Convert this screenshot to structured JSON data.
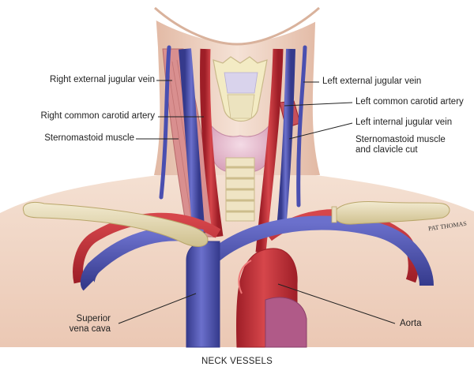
{
  "caption": "NECK VESSELS",
  "signature": "PAT THOMAS",
  "labels": {
    "right_external_jugular_vein": "Right external jugular vein",
    "right_common_carotid_artery": "Right common carotid artery",
    "sternomastoid_muscle": "Sternomastoid muscle",
    "left_external_jugular_vein": "Left external jugular vein",
    "left_common_carotid_artery": "Left common carotid artery",
    "left_internal_jugular_vein": "Left internal jugular vein",
    "sternomastoid_cut_line1": "Sternomastoid muscle",
    "sternomastoid_cut_line2": "and clavicle cut",
    "superior_vena_cava_line1": "Superior",
    "superior_vena_cava_line2": "vena cava",
    "aorta": "Aorta"
  },
  "colors": {
    "skin": "#f1d6c4",
    "skin_shadow": "#e2b8a2",
    "artery": "#c8343a",
    "artery_dark": "#9e1e27",
    "vein": "#5358b8",
    "vein_dark": "#353a8c",
    "muscle": "#d98f8f",
    "bone": "#e6dcb6",
    "thyroid": "#e8c0d0",
    "cartilage": "#f3ebc4"
  }
}
